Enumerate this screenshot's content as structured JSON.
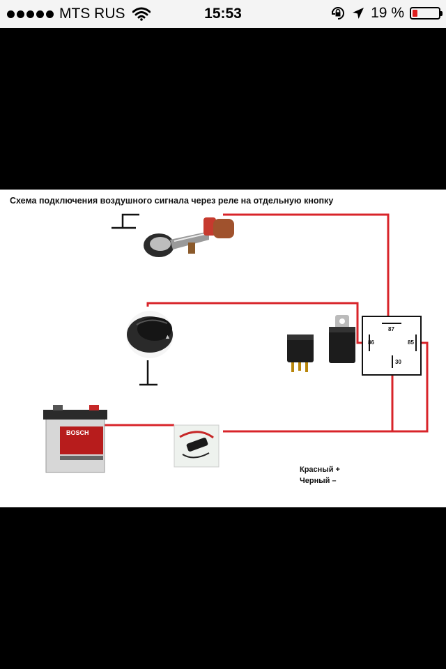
{
  "status_bar": {
    "carrier": "MTS RUS",
    "time": "15:53",
    "battery_text": "19 %",
    "battery_level": 0.19,
    "battery_color": "#e01e1e"
  },
  "diagram": {
    "title": "Схема подключения воздушного сигнала через реле на отдельную кнопку",
    "relay_pins": {
      "p87": "87",
      "p86": "86",
      "p85": "85",
      "p30": "30"
    },
    "battery_brand": "BOSCH",
    "legend": {
      "red": "Красный +",
      "black": "Черный –"
    },
    "wire_colors": {
      "positive": "#d8242a",
      "negative": "#111111"
    }
  }
}
